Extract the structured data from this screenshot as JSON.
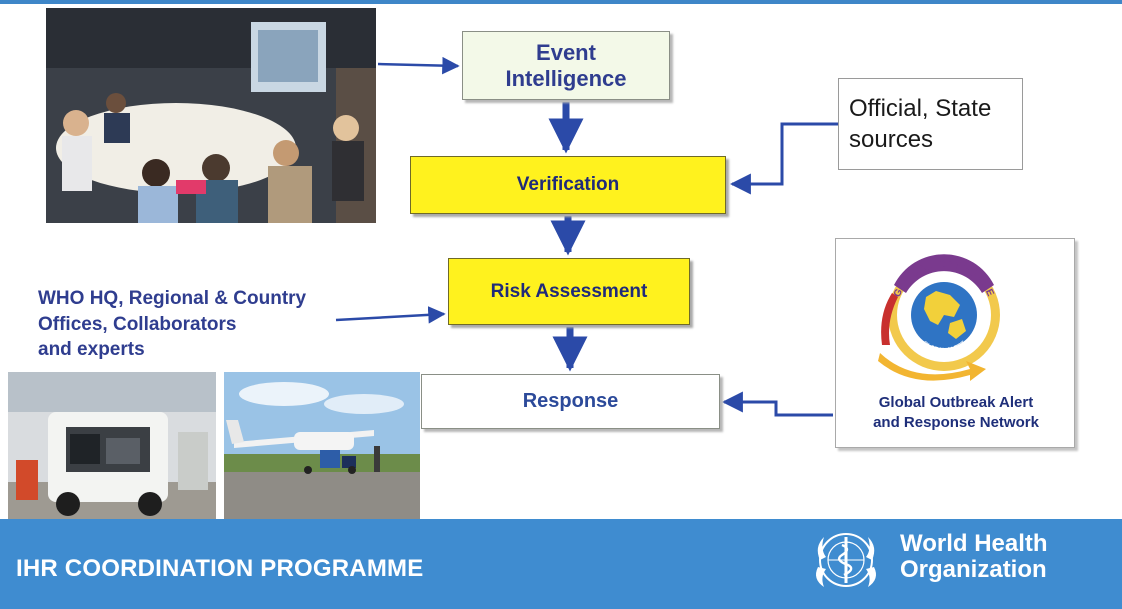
{
  "flow": {
    "event_intelligence": "Event\nIntelligence",
    "verification": "Verification",
    "risk_assessment": "Risk Assessment",
    "response": "Response"
  },
  "sources": {
    "official_state": "Official, State\nsources",
    "who_network": "WHO HQ, Regional & Country\nOffices, Collaborators\nand experts"
  },
  "goarn": {
    "logo_ring_text_top": "GLOBAL RESPONSE",
    "logo_ring_text_inner": "GLOBAL ALERT",
    "caption": "Global Outbreak Alert\nand Response Network"
  },
  "footer": {
    "programme_title": "IHR COORDINATION PROGRAMME",
    "organization_name": "World Health\nOrganization"
  },
  "colors": {
    "flow_text": "#2f3d8f",
    "highlight_box": "#fff21e",
    "arrow": "#2b4aa8",
    "footer_bar": "#3f8cd0"
  },
  "icons": [
    "meeting-room-photo",
    "field-vehicle-photo",
    "small-airplane-photo",
    "goarn-globe-logo",
    "who-emblem-icon"
  ]
}
